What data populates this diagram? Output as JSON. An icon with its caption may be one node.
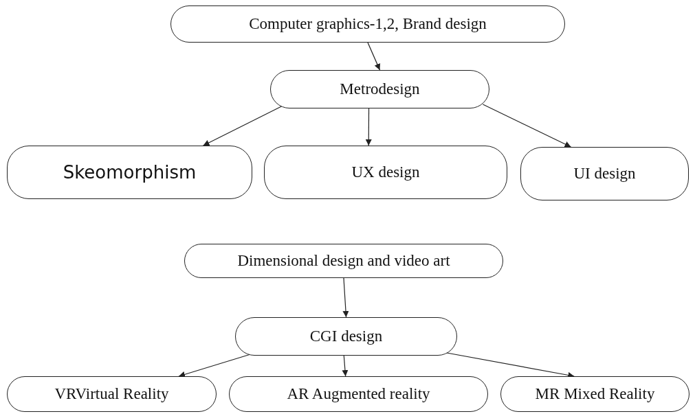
{
  "diagram": {
    "nodes": [
      {
        "text": [
          "Computer graphics-1,2, Brand design"
        ]
      },
      {
        "text": [
          "Metrodesign"
        ]
      },
      {
        "text": [
          "Skeomorphism"
        ]
      },
      {
        "text": [
          "UX design"
        ]
      },
      {
        "text": [
          "UI design"
        ]
      },
      {
        "text": [
          "Dimensional design and video art"
        ]
      },
      {
        "text": [
          "CGI design"
        ]
      },
      {
        "text": [
          "VRVirtual Reality"
        ]
      },
      {
        "text": [
          "AR Augmented reality"
        ]
      },
      {
        "text": [
          "MR Mixed Reality"
        ]
      }
    ],
    "edges": [
      {
        "from": 0,
        "to": 1,
        "arrow": "to"
      },
      {
        "from": 1,
        "to": 2,
        "arrow": "to"
      },
      {
        "from": 1,
        "to": 3,
        "arrow": "to"
      },
      {
        "from": 1,
        "to": 4,
        "arrow": "to"
      },
      {
        "from": 5,
        "to": 6,
        "arrow": "to"
      },
      {
        "from": 6,
        "to": 7,
        "arrow": "to"
      },
      {
        "from": 6,
        "to": 8,
        "arrow": "to"
      },
      {
        "from": 6,
        "to": 9,
        "arrow": "to"
      }
    ]
  }
}
